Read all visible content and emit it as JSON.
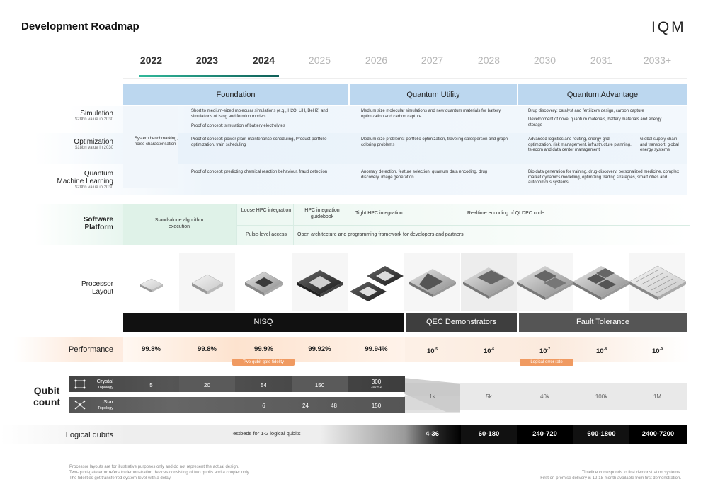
{
  "header": {
    "title": "Development Roadmap",
    "logo": "IQM"
  },
  "years": [
    "2022",
    "2023",
    "2024",
    "2025",
    "2026",
    "2027",
    "2028",
    "2030",
    "2031",
    "2033+"
  ],
  "phases": [
    "Foundation",
    "Quantum Utility",
    "Quantum Advantage"
  ],
  "applications": {
    "simulation": {
      "label": "Simulation",
      "sub": "$28bn value in 2030"
    },
    "optimization": {
      "label": "Optimization",
      "sub": "$18bn value in 2030"
    },
    "qml": {
      "label_line1": "Quantum",
      "label_line2": "Machine Learning",
      "sub": "$28bn value in 2030"
    },
    "system_bench": "System benchmarking, noise characterisation",
    "foundation": {
      "sim1": "Short to medium-sized molecular simulations (e.g., H2O, LiH, BeH2) and simulations of Ising and fermion models",
      "sim2": "Proof of concept: simulation of battery electrolytes",
      "opt": "Proof of concept: power plant maintenance scheduling, Product portfolio optimization, train scheduling",
      "qml": "Proof of concept:  predicting chemical reaction behaviour, fraud detection"
    },
    "utility": {
      "sim": "Medium size molecular simulations and new quantum materials for battery optimization and carbon capture",
      "opt": "Medium size problems: portfolio optimization, traveling salesperson and graph coloring problems",
      "qml": "Anomaly detection, feature selection, quantum data encoding, drug discovery, image generation"
    },
    "advantage": {
      "sim1": "Drug discovery: catalyst and fertilizers design, carbon capture",
      "sim2": "Development of novel quantum materials, battery materials and energy storage",
      "opt1": "Advanced logistics and routing, energy grid optimization, risk management, infrastructure planning, telecom and data center management",
      "opt2": "Global supply chain and transport, global energy systems",
      "qml": "Bio data generation for training, drug-discovery, personalized medicine, complex market dynamics modelling, optimizing trading strategies, smart cities and autonomous systems"
    }
  },
  "software": {
    "label_line1": "Software",
    "label_line2": "Platform",
    "standalone": "Stand-alone algorithm execution",
    "loose_hpc": "Loose HPC integration",
    "hpc_guidebook": "HPC integration guidebook",
    "tight_hpc": "Tight HPC integration",
    "qldpc": "Realtime encoding of QLDPC code",
    "pulse": "Pulse-level access",
    "open_arch": "Open architecture and programming framework for developers and partners"
  },
  "processor": {
    "label_line1": "Processor",
    "label_line2": "Layout"
  },
  "eras": [
    "NISQ",
    "QEC Demonstrators",
    "Fault Tolerance"
  ],
  "performance": {
    "label": "Performance",
    "fidelity": [
      "99.8%",
      "99.8%",
      "99.9%",
      "99.92%",
      "99.94%"
    ],
    "error_base": "10",
    "error_exp": [
      "-5",
      "-6",
      "-7",
      "-8",
      "-9"
    ],
    "tag_fidelity": "Two-qubit gate fidelity",
    "tag_error": "Logical error rate"
  },
  "qubits": {
    "label_line1": "Qubit",
    "label_line2": "count",
    "crystal": {
      "name": "Crystal",
      "sub": "Topology",
      "values": [
        "5",
        "20",
        "54",
        "150",
        "300"
      ],
      "note": "150 × 2"
    },
    "star": {
      "name": "Star",
      "sub": "Topology",
      "values": [
        "6",
        "24",
        "48",
        "150"
      ]
    },
    "future": [
      "1k",
      "5k",
      "40k",
      "100k",
      "1M"
    ]
  },
  "logical": {
    "label": "Logical qubits",
    "testbeds": "Testbeds for 1-2 logical qubits",
    "values": [
      "4-36",
      "60-180",
      "240-720",
      "600-1800",
      "2400-7200"
    ]
  },
  "footer": {
    "left1": "Processor layouts are for illustrative purposes only and do not represent the actual design.",
    "left2": "Two-qubit-gate error refers to demonstration devices consisting of two qubits and a coupler only.",
    "left3": "The fidelities get transferred system-level with a delay.",
    "right1": "Timeline corresponds to first demonstration systems.",
    "right2": "First on-premise delivery is 12-18 month available from first demonstration."
  },
  "colors": {
    "phase_blue": "#bcd7ef",
    "nisq": "#111111",
    "qec": "#3e3e3e",
    "fault": "#555555",
    "accent_orange": "#f09a61",
    "accent_green": "#31b89a"
  }
}
